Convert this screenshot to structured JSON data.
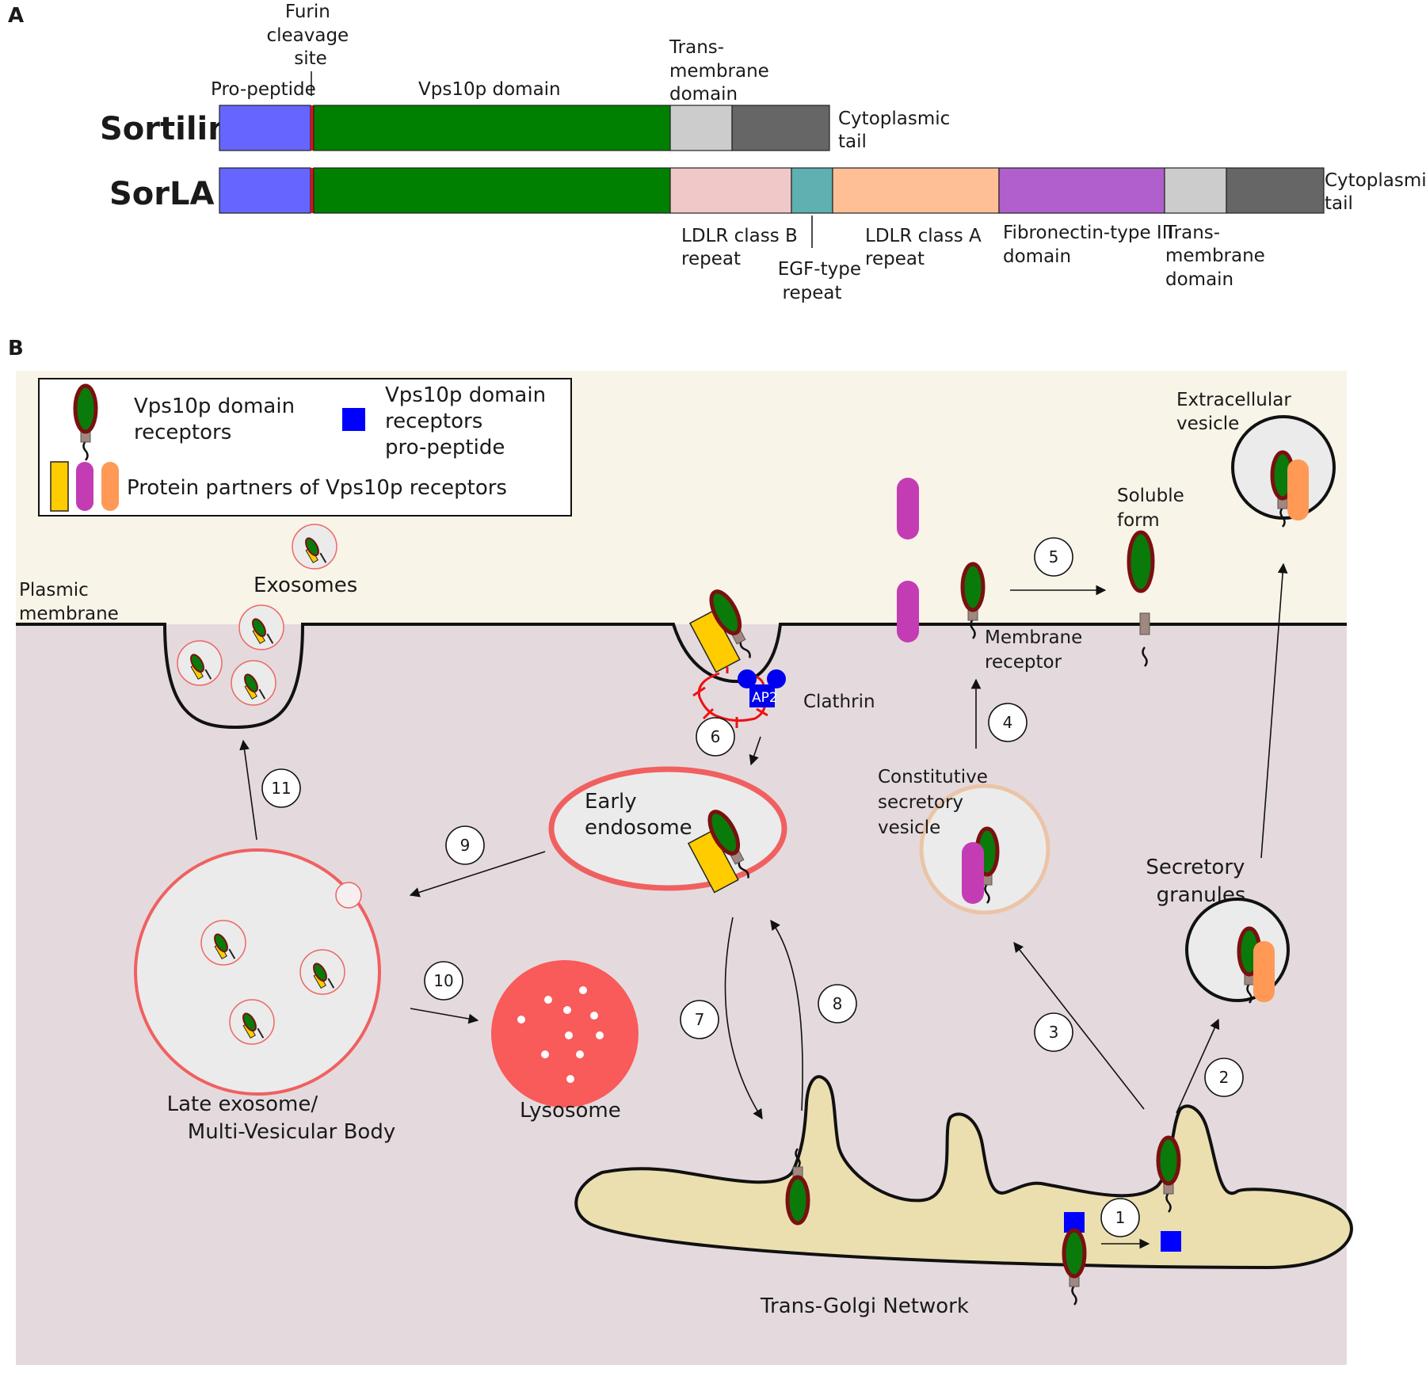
{
  "panel_a": {
    "letter": "A",
    "proteins": {
      "sortilin": "Sortilin",
      "sorla": "SorLA"
    },
    "labels": {
      "pro_peptide": "Pro-peptide",
      "furin": [
        "Furin",
        "cleavage",
        "site"
      ],
      "vps10p": "Vps10p domain",
      "tm_top": [
        "Trans-",
        "membrane",
        "domain"
      ],
      "cyto_top": [
        "Cytoplasmic",
        "tail"
      ],
      "cyto_sorla": [
        "Cytoplasmic",
        "tail"
      ],
      "ldlr_b": [
        "LDLR class B",
        "repeat"
      ],
      "egf": [
        "EGF-type",
        "repeat"
      ],
      "ldlr_a": [
        "LDLR class A",
        "repeat"
      ],
      "fibronectin": [
        "Fibronectin-type III",
        "domain"
      ],
      "tm_sorla": [
        "Trans-",
        "membrane",
        "domain"
      ]
    },
    "colors": {
      "pro_peptide": "#6666ff",
      "furin_site": "#dd1111",
      "vps10p": "#008000",
      "transmembrane": "#cccccc",
      "cytoplasmic_tail": "#666666",
      "ldlr_b": "#f0c8c8",
      "egf": "#5fb0b0",
      "ldlr_a": "#ffbf94",
      "fibronectin": "#b15fcc"
    }
  },
  "panel_b": {
    "letter": "B",
    "legend": {
      "receptors": [
        "Vps10p domain",
        "receptors"
      ],
      "propeptide": [
        "Vps10p domain",
        "receptors",
        "pro-peptide"
      ],
      "partners": "Protein partners of Vps10p receptors"
    },
    "labels": {
      "plasmic_membrane": [
        "Plasmic",
        "membrane"
      ],
      "exosomes": "Exosomes",
      "clathrin": "Clathrin",
      "ap2": "AP2",
      "membrane_receptor": [
        "Membrane",
        "receptor"
      ],
      "soluble_form": [
        "Soluble",
        "form"
      ],
      "extracellular_vesicle": [
        "Extracellular",
        "vesicle"
      ],
      "early_endosome": [
        "Early",
        "endosome"
      ],
      "constitutive": [
        "Constitutive",
        "secretory",
        "vesicle"
      ],
      "secretory_granules": [
        "Secretory",
        "granules"
      ],
      "late_endosome": [
        "Late exosome/",
        "Multi-Vesicular Body"
      ],
      "lysosome": "Lysosome",
      "tgn": "Trans-Golgi Network"
    },
    "steps": [
      "1",
      "2",
      "3",
      "4",
      "5",
      "6",
      "7",
      "8",
      "9",
      "10",
      "11"
    ],
    "colors": {
      "extracellular": "#f8f4e8",
      "cytoplasm": "#e4dadd",
      "golgi": "#ebdfb0",
      "receptor_body": "#0a7a0a",
      "receptor_border": "#7a1010",
      "stalk": "#a08880",
      "partner_yellow": "#ffcc00",
      "partner_magenta": "#c43cb4",
      "partner_orange": "#ff9955",
      "propeptide": "#0000ff",
      "endosome_ring": "#f06060",
      "lysosome": "#f95a5a",
      "vesicle_fill": "#ebebeb",
      "constitutive_ring": "#ebc4a8",
      "clathrin": "#ee1111"
    }
  }
}
